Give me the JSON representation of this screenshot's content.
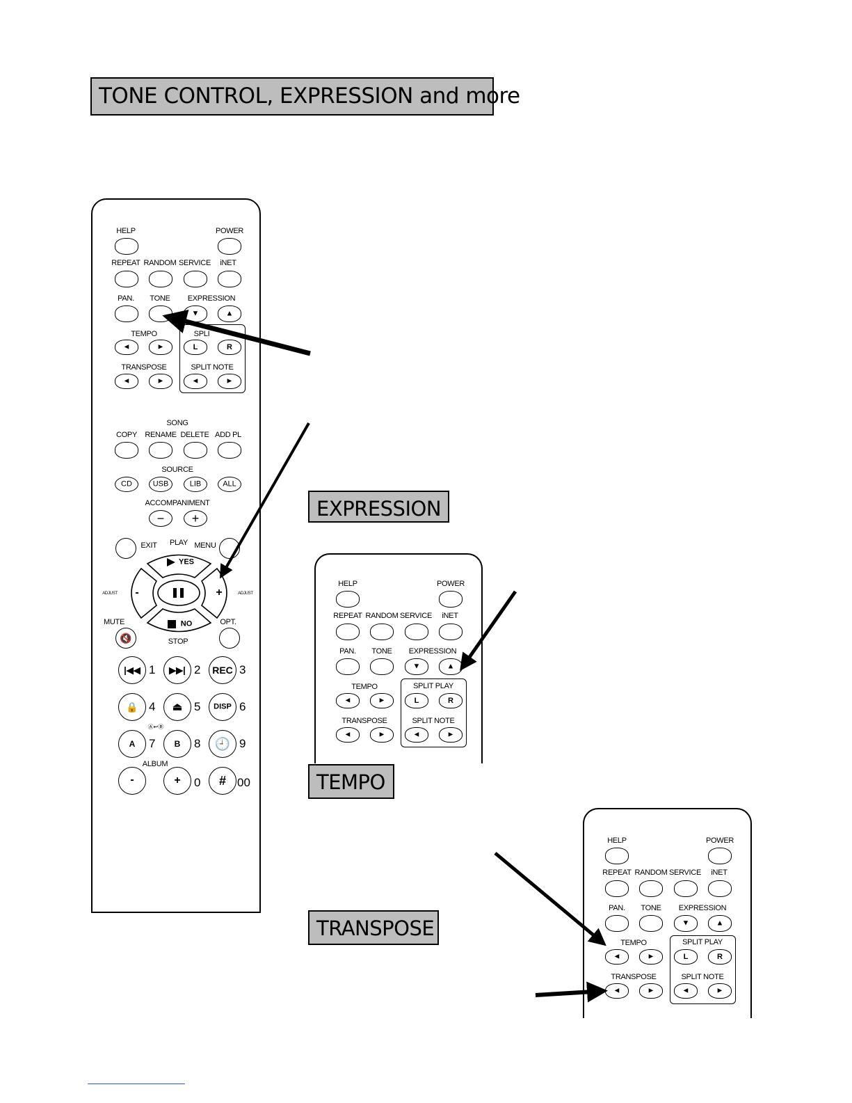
{
  "titles": {
    "main": "TONE CONTROL, EXPRESSION and more",
    "expression": "EXPRESSION",
    "tempo": "TEMPO",
    "transpose": "TRANSPOSE"
  },
  "remote": {
    "help": "HELP",
    "power": "POWER",
    "repeat": "REPEAT",
    "random": "RANDOM",
    "service": "SERVICE",
    "inet": "iNET",
    "pan": "PAN.",
    "tone": "TONE",
    "expression": "EXPRESSION",
    "tempo": "TEMPO",
    "split_play": "SPLIT PLAY",
    "split_play_partial": "SPLI",
    "transpose": "TRANSPOSE",
    "split_note": "SPLIT NOTE",
    "left_letter": "L",
    "right_letter": "R",
    "song": "SONG",
    "copy": "COPY",
    "rename": "RENAME",
    "delete": "DELETE",
    "add_pl": "ADD PL",
    "source": "SOURCE",
    "cd": "CD",
    "usb": "USB",
    "lib": "LIB",
    "all": "ALL",
    "accompaniment": "ACCOMPANIMENT",
    "exit": "EXIT",
    "play": "PLAY",
    "menu": "MENU",
    "yes": "YES",
    "adjust": "ADJUST",
    "no": "NO",
    "stop": "STOP",
    "mute": "MUTE",
    "opt": "OPT.",
    "rec": "REC",
    "disp": "DISP",
    "a": "A",
    "b": "B",
    "album": "ALBUM",
    "minus": "-",
    "plus": "+",
    "hash": "#",
    "nums": [
      "1",
      "2",
      "3",
      "4",
      "5",
      "6",
      "7",
      "8",
      "9",
      "0",
      "00"
    ]
  }
}
